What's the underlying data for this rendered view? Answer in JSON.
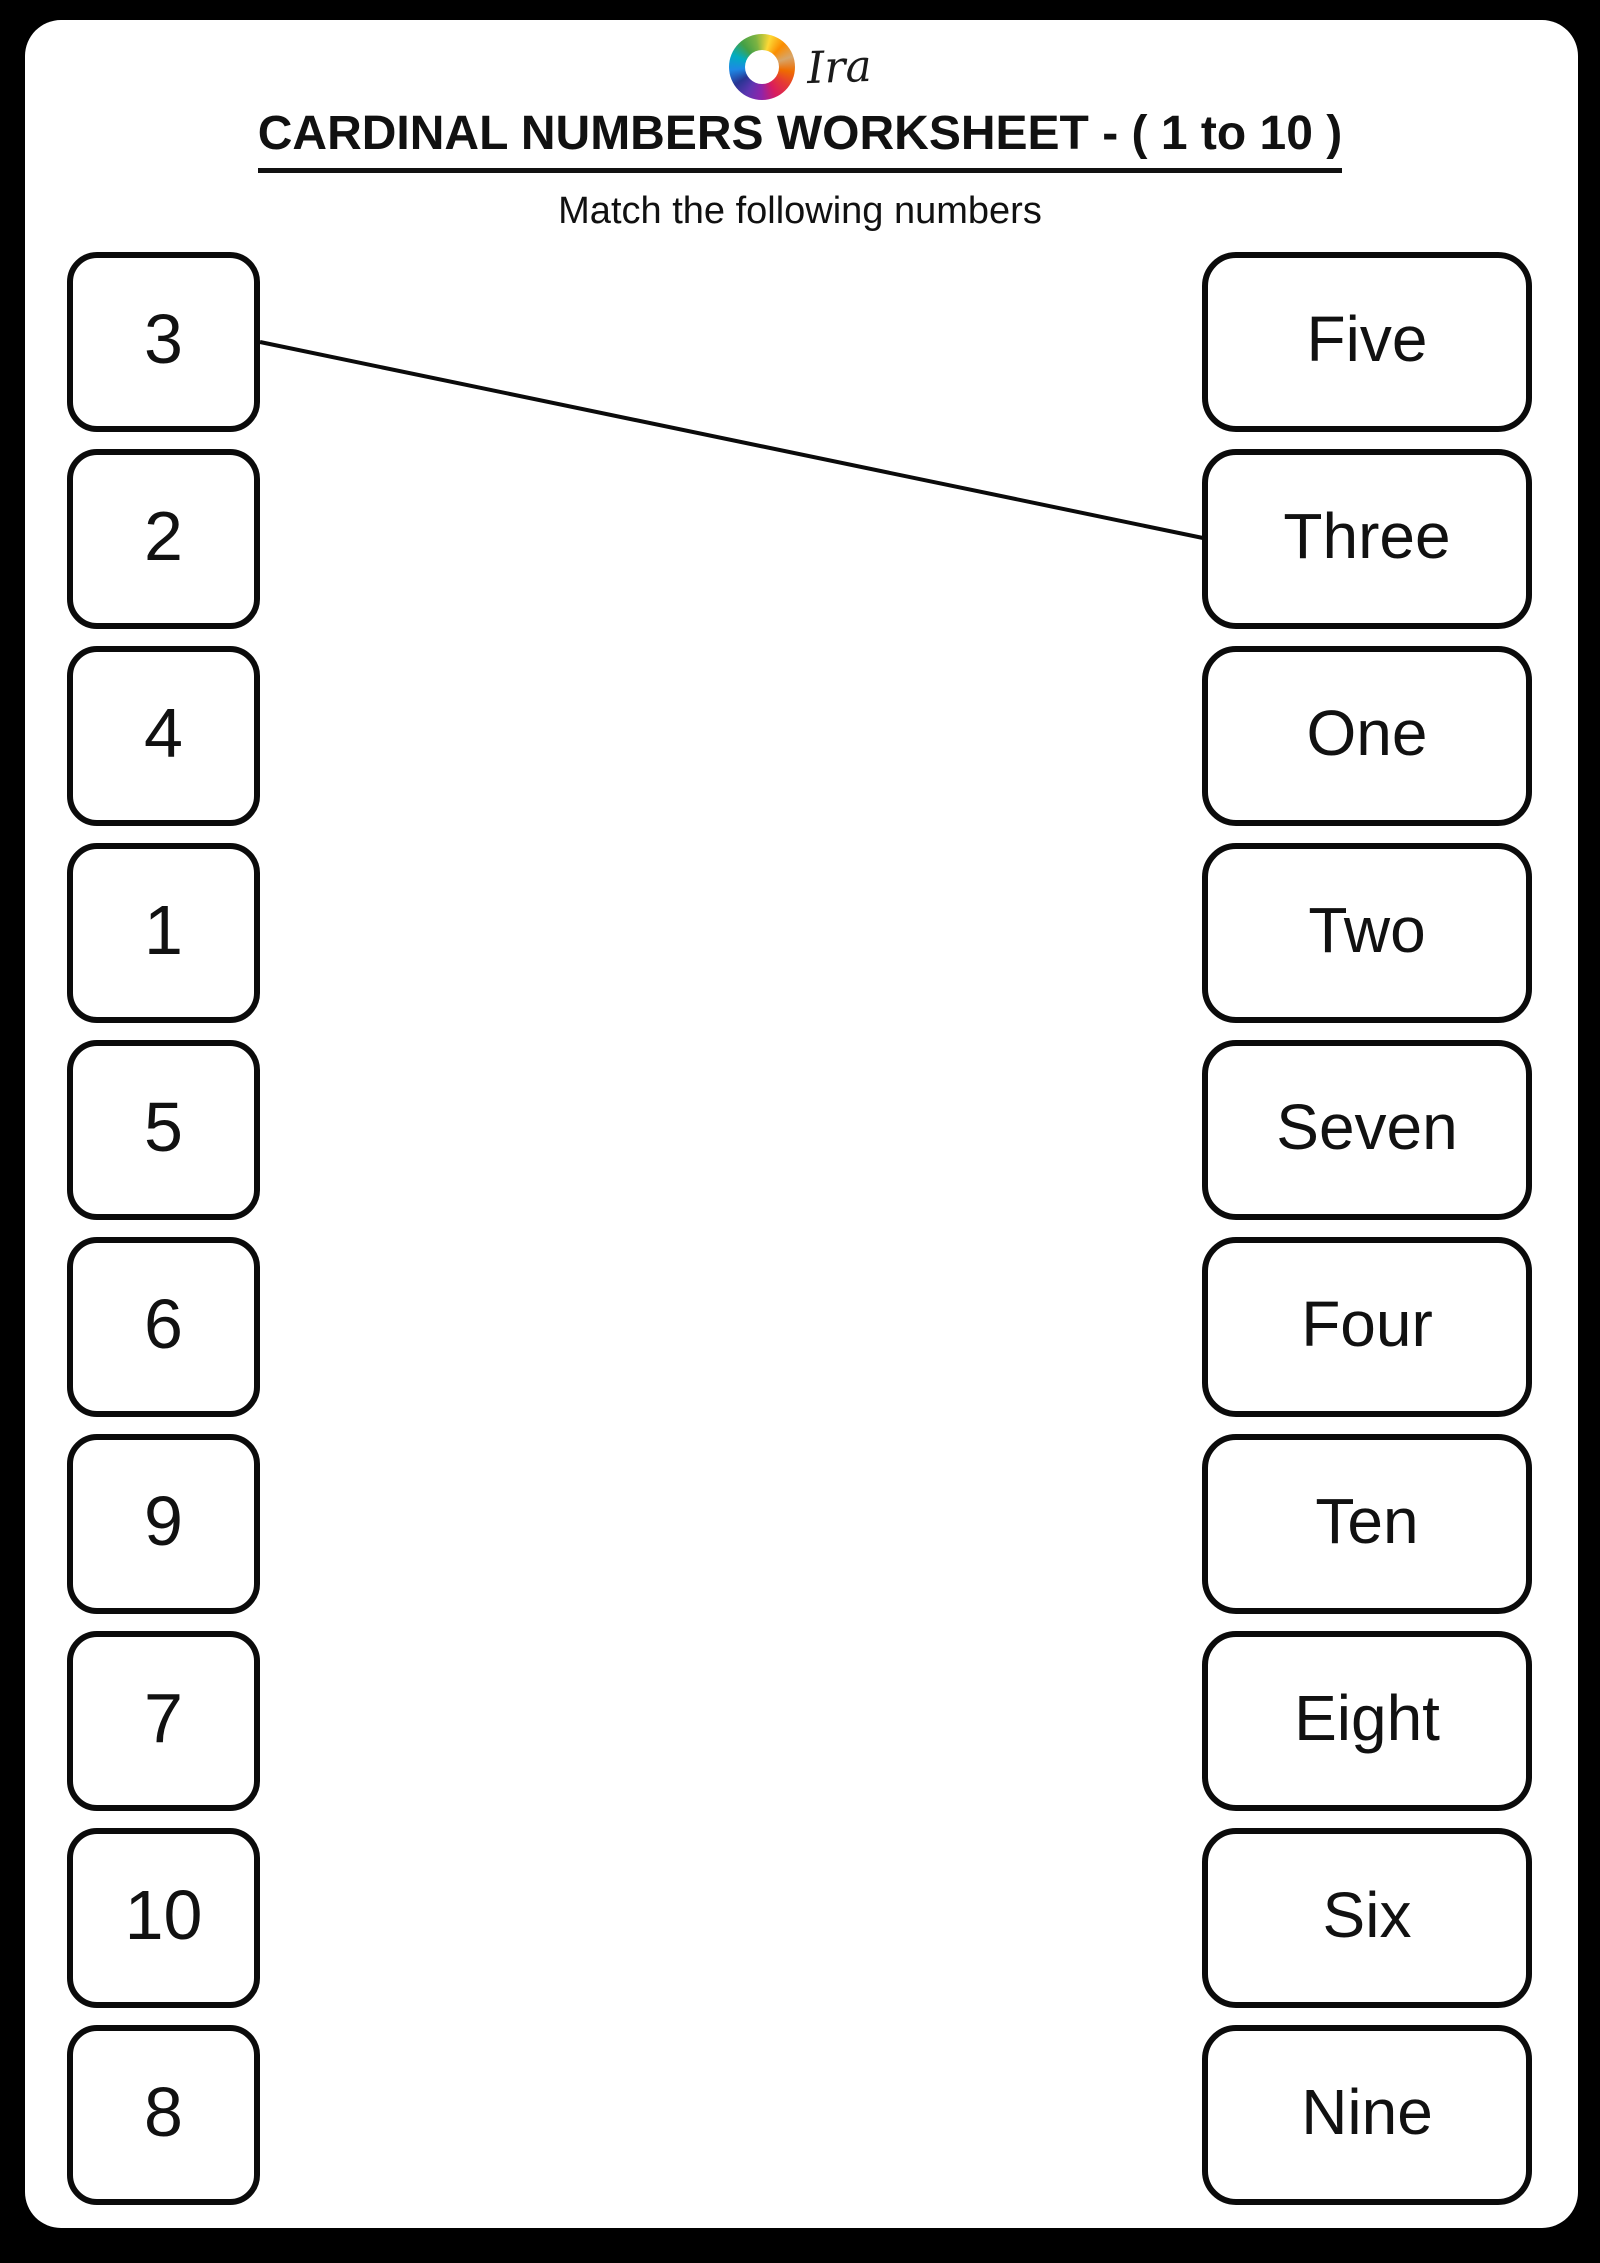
{
  "brand": {
    "name": "Ira",
    "logo_icon": "colored-pencil-wheel"
  },
  "header": {
    "title": "CARDINAL NUMBERS WORKSHEET - ( 1 to 10 )",
    "subtitle": "Match the following numbers"
  },
  "worksheet": {
    "numbers": [
      "3",
      "2",
      "4",
      "1",
      "5",
      "6",
      "9",
      "7",
      "10",
      "8"
    ],
    "words": [
      "Five",
      "Three",
      "One",
      "Two",
      "Seven",
      "Four",
      "Ten",
      "Eight",
      "Six",
      "Nine"
    ],
    "drawn_match": {
      "from_number": "3",
      "to_word": "Three"
    }
  },
  "colors": {
    "paper": "#ffffff",
    "frame": "#000000",
    "ink": "#111111"
  }
}
